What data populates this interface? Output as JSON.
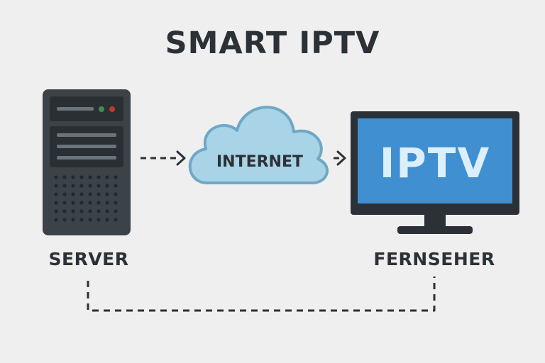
{
  "title": "SMART IPTV",
  "nodes": {
    "server": {
      "label": "SERVER"
    },
    "cloud": {
      "label": "INTERNET"
    },
    "tv": {
      "label": "FERNSEHER",
      "screen_text": "IPTV"
    }
  },
  "colors": {
    "background": "#efefef",
    "text": "#2b3136",
    "server_body": "#3b4248",
    "cloud_fill": "#a9d3e6",
    "cloud_stroke": "#6ea8c6",
    "tv_screen": "#3f8fd1",
    "tv_frame": "#2b3136",
    "led_green": "#3e8e50",
    "led_red": "#c0392b"
  },
  "icons": [
    "server-icon",
    "cloud-icon",
    "tv-icon",
    "arrow-right-icon"
  ]
}
